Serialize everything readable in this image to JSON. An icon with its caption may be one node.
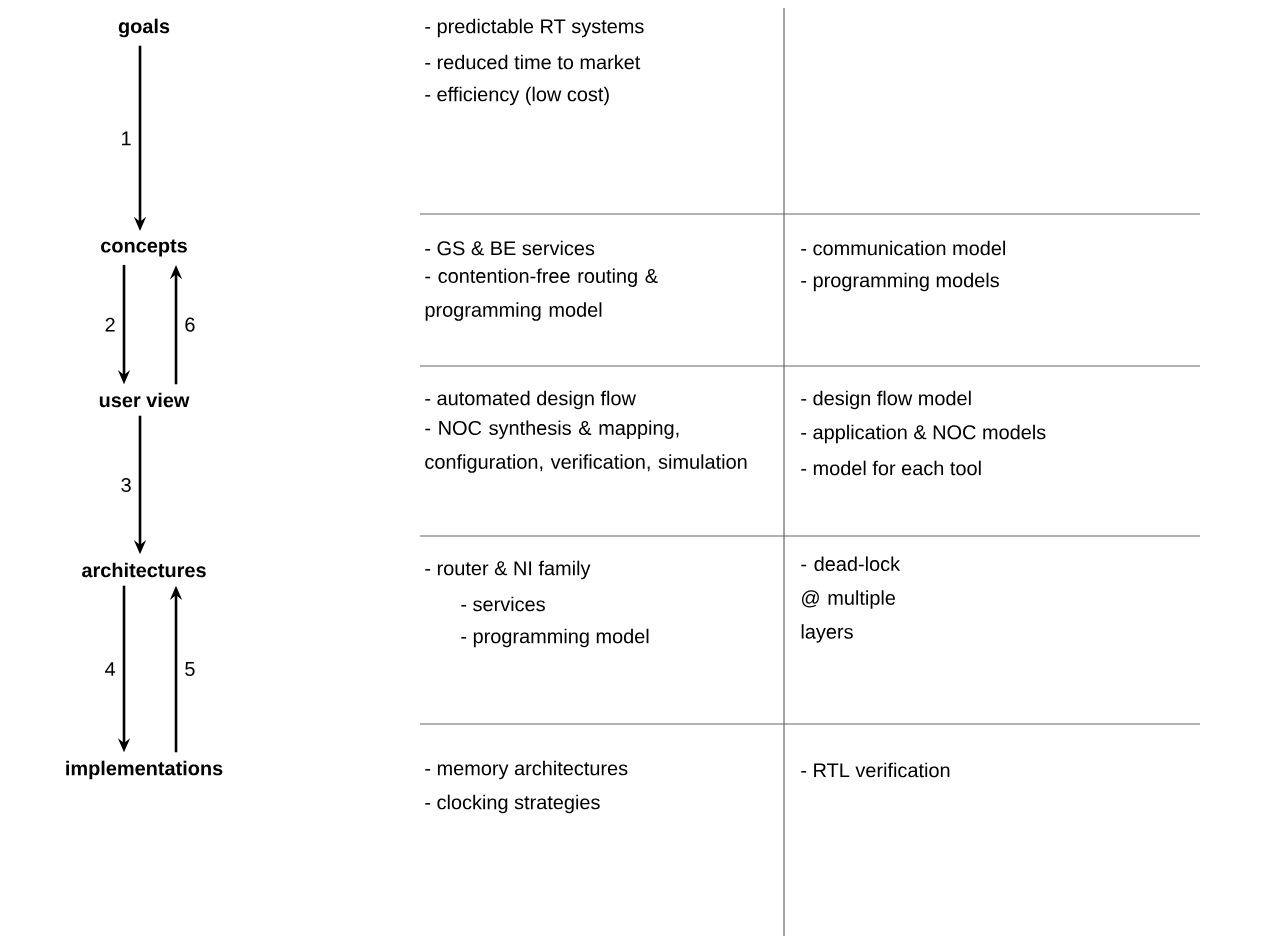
{
  "diagram": {
    "nodes": [
      {
        "text": [
          "goals"
        ]
      },
      {
        "text": [
          "concepts"
        ]
      },
      {
        "text": [
          "user view"
        ]
      },
      {
        "text": [
          "architectures"
        ]
      },
      {
        "text": [
          "implementations"
        ]
      }
    ],
    "edges": [
      {
        "from": 0,
        "to": 1,
        "arrow": "to",
        "label": "1"
      },
      {
        "from": 1,
        "to": 2,
        "arrow": "to",
        "label": "2"
      },
      {
        "from": 2,
        "to": 1,
        "arrow": "to",
        "label": "6"
      },
      {
        "from": 2,
        "to": 3,
        "arrow": "to",
        "label": "3"
      },
      {
        "from": 3,
        "to": 4,
        "arrow": "to",
        "label": "4"
      },
      {
        "from": 4,
        "to": 3,
        "arrow": "to",
        "label": "5"
      }
    ],
    "labels": [
      "- predictable RT systems",
      "- reduced time to market",
      "- efficiency (low cost)",
      "- GS & BE services",
      "- contention-free routing & programming model",
      "- communication model",
      "- programming models",
      "- automated design flow",
      "- NOC synthesis & mapping, configuration, verification, simulation",
      "- design flow model",
      "- application & NOC models",
      "- model for each tool",
      "- router & NI family",
      "- services",
      "- programming model",
      "- dead-lock @ multiple layers",
      "- memory architectures",
      "- clocking strategies",
      "- RTL verification"
    ]
  }
}
